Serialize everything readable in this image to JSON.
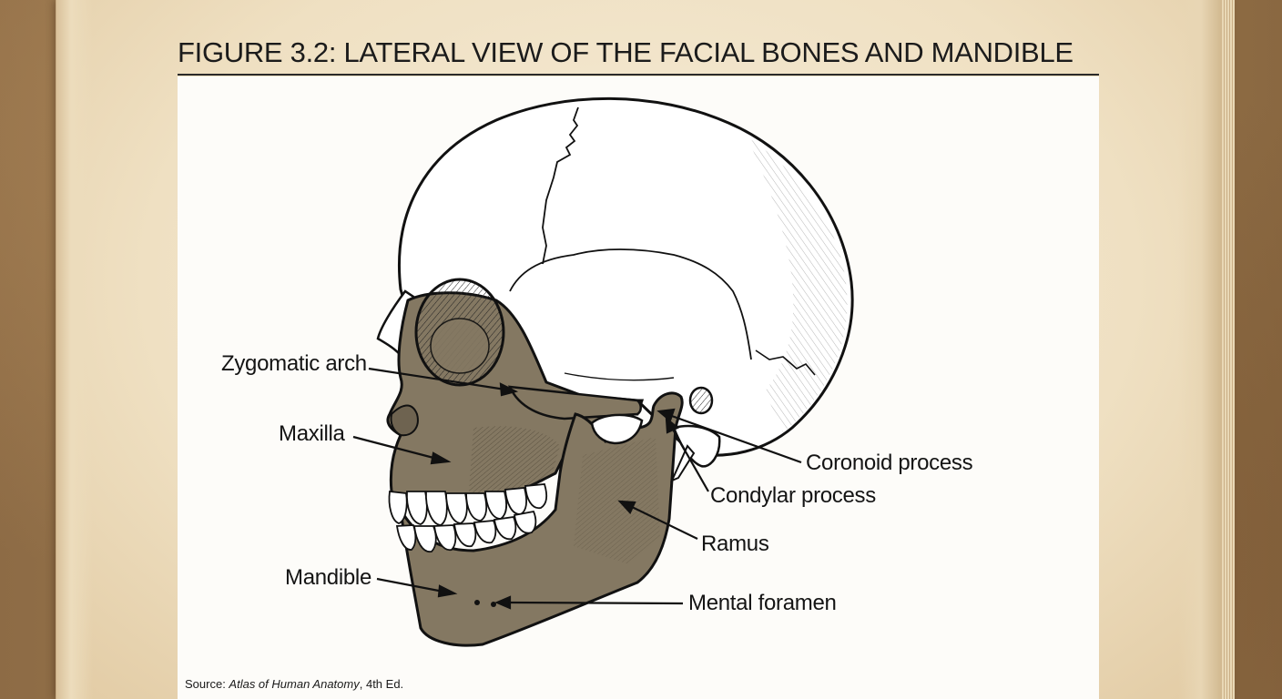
{
  "figure": {
    "title": "FIGURE 3.2: LATERAL VIEW OF THE FACIAL BONES AND MANDIBLE"
  },
  "labels": {
    "zygomatic_arch": "Zygomatic arch",
    "maxilla": "Maxilla",
    "mandible": "Mandible",
    "coronoid_process": "Coronoid process",
    "condylar_process": "Condylar process",
    "ramus": "Ramus",
    "mental_foramen": "Mental foramen"
  },
  "source": {
    "prefix": "Source: ",
    "book": "Atlas of Human Anatomy",
    "suffix": ", 4th Ed."
  },
  "colors": {
    "facial_bone_fill": "#847862",
    "cranium_fill": "#ffffff",
    "line": "#111111"
  }
}
